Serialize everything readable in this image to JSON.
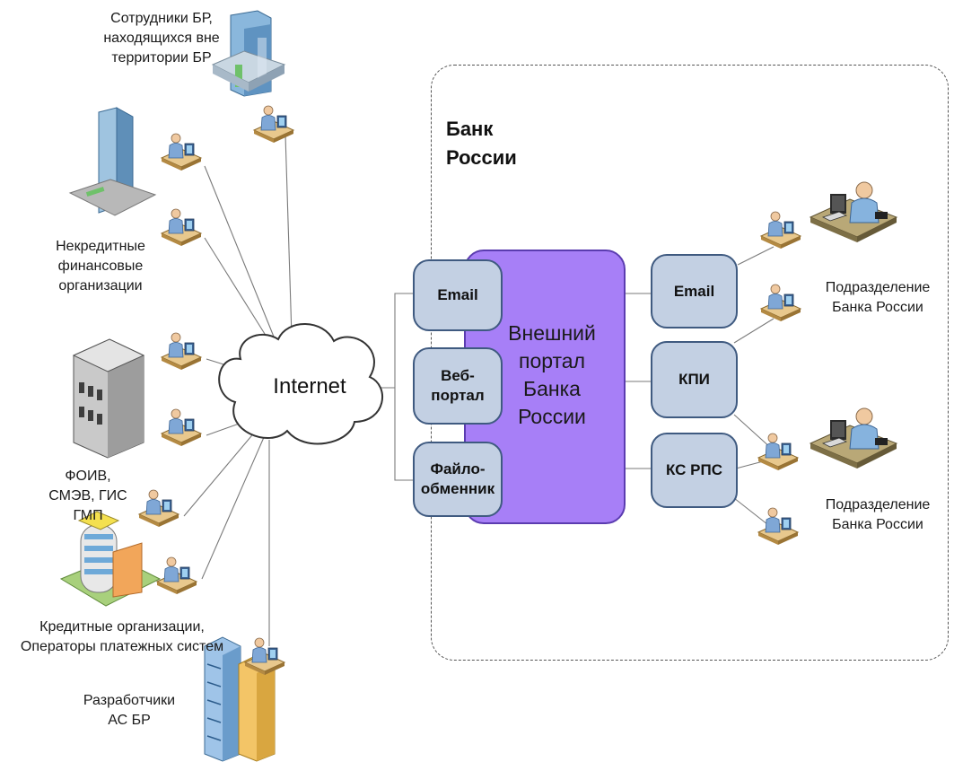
{
  "internet": {
    "label": "Internet"
  },
  "bank_zone": {
    "title_line1": "Банк",
    "title_line2": "России"
  },
  "portal": {
    "line1": "Внешний",
    "line2": "портал",
    "line3": "Банка",
    "line4": "России"
  },
  "left_services": [
    {
      "line1": "Email",
      "line2": ""
    },
    {
      "line1": "Веб-",
      "line2": "портал"
    },
    {
      "line1": "Файло-",
      "line2": "обменник"
    }
  ],
  "right_services": [
    {
      "line1": "Email"
    },
    {
      "line1": "КПИ"
    },
    {
      "line1": "КС РПС"
    }
  ],
  "external_groups": [
    {
      "id": "employees",
      "lines": [
        "Сотрудники БР,",
        "находящихся вне",
        "территории БР"
      ]
    },
    {
      "id": "nfo",
      "lines": [
        "Некредитные",
        "финансовые",
        "организации"
      ]
    },
    {
      "id": "foiv",
      "lines": [
        "ФОИВ,",
        "СМЭВ, ГИС ГМП"
      ]
    },
    {
      "id": "credit",
      "lines": [
        "Кредитные организации,",
        "Операторы платежных систем"
      ]
    },
    {
      "id": "developers",
      "lines": [
        "Разработчики",
        "АС БР"
      ]
    }
  ],
  "internal_groups": [
    {
      "id": "division1",
      "lines": [
        "Подразделение",
        "Банка России"
      ]
    },
    {
      "id": "division2",
      "lines": [
        "Подразделение",
        "Банка России"
      ]
    }
  ],
  "colors": {
    "portal_fill": "#a77ff7",
    "service_box_fill": "#c3d0e3",
    "service_box_border": "#3f5a80",
    "zone_border": "#555555"
  },
  "icons": {
    "workstation": "workstation-user-icon",
    "building_glass": "office-building-icon",
    "building_gray": "government-building-icon",
    "building_round": "bank-building-icon",
    "server_towers": "data-center-icon",
    "workstation_large": "desk-user-icon",
    "cloud": "cloud-icon"
  }
}
